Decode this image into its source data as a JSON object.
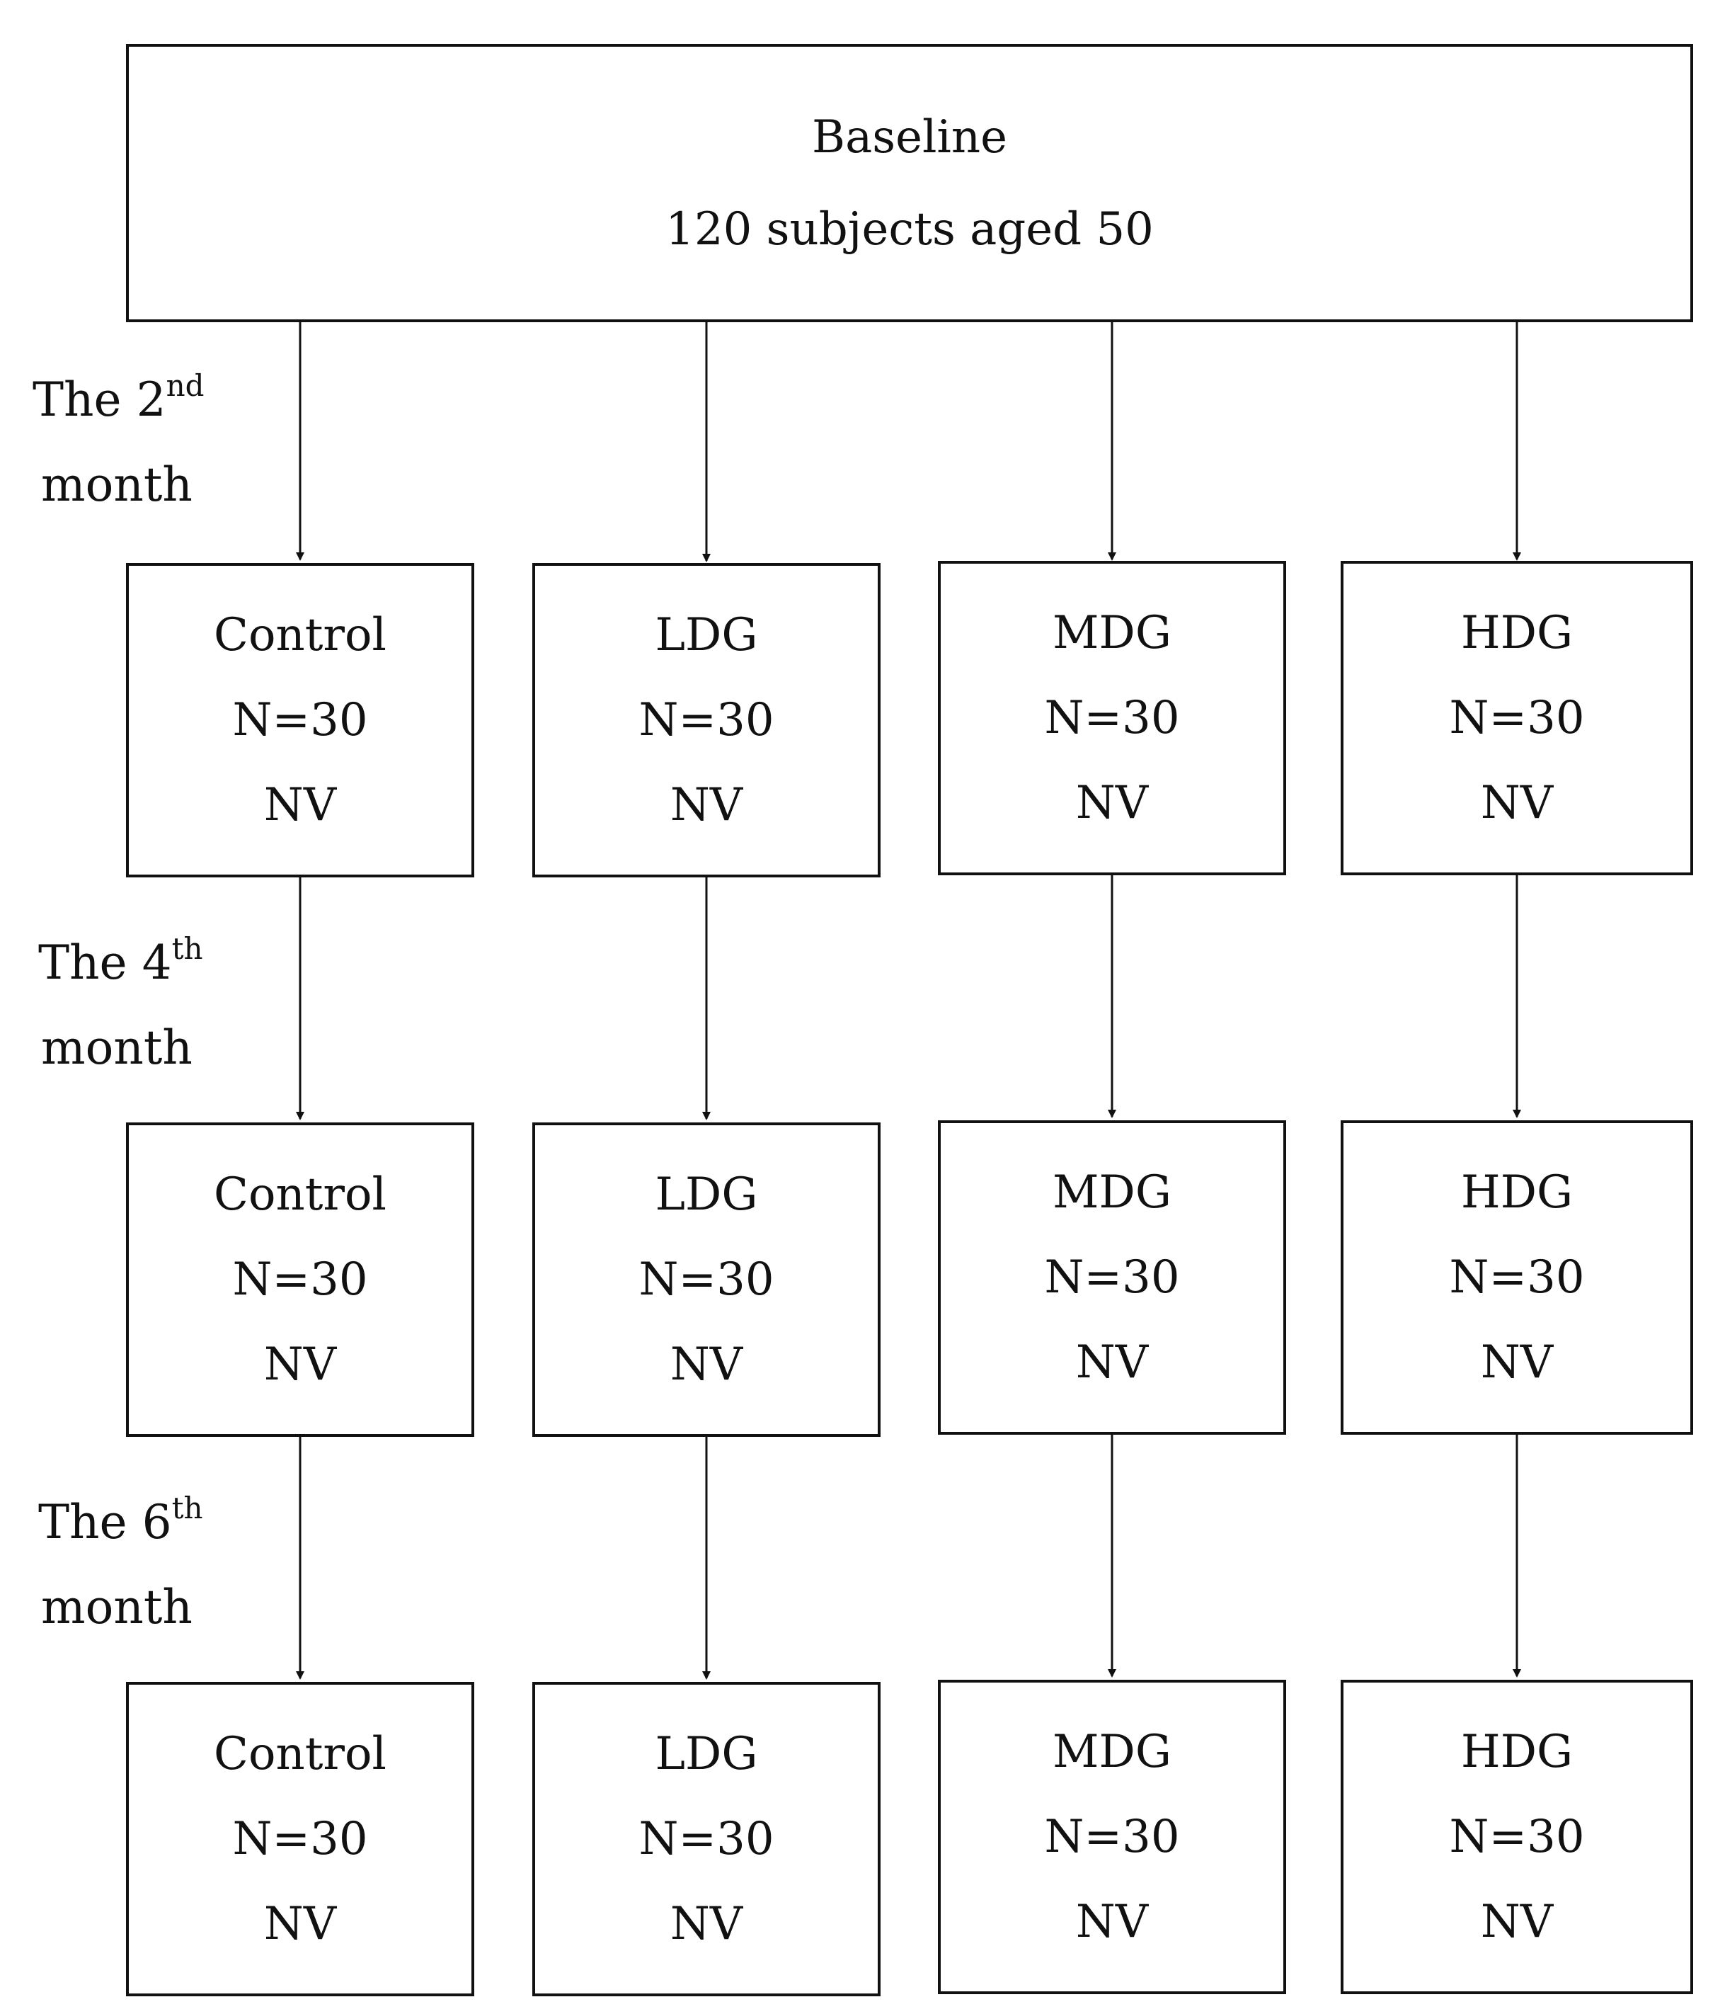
{
  "baseline": {
    "title": "Baseline",
    "subtitle": "120 subjects aged 50"
  },
  "stages": [
    {
      "label": {
        "prefix": "The ",
        "num": "2",
        "sup": "nd",
        "suffix": "month"
      },
      "groups": [
        {
          "name": "Control",
          "n": "N=30",
          "v": "NV"
        },
        {
          "name": "LDG",
          "n": "N=30",
          "v": "NV"
        },
        {
          "name": "MDG",
          "n": "N=30",
          "v": "NV"
        },
        {
          "name": "HDG",
          "n": "N=30",
          "v": "NV"
        }
      ]
    },
    {
      "label": {
        "prefix": "The ",
        "num": "4",
        "sup": "th",
        "suffix": "month"
      },
      "groups": [
        {
          "name": "Control",
          "n": "N=30",
          "v": "NV"
        },
        {
          "name": "LDG",
          "n": "N=30",
          "v": "NV"
        },
        {
          "name": "MDG",
          "n": "N=30",
          "v": "NV"
        },
        {
          "name": "HDG",
          "n": "N=30",
          "v": "NV"
        }
      ]
    },
    {
      "label": {
        "prefix": "The ",
        "num": "6",
        "sup": "th",
        "suffix": "month"
      },
      "groups": [
        {
          "name": "Control",
          "n": "N=30",
          "v": "NV"
        },
        {
          "name": "LDG",
          "n": "N=30",
          "v": "NV"
        },
        {
          "name": "MDG",
          "n": "N=30",
          "v": "NV"
        },
        {
          "name": "HDG",
          "n": "N=30",
          "v": "NV"
        }
      ]
    }
  ]
}
